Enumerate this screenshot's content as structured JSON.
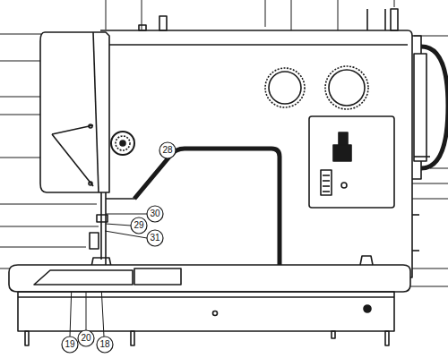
{
  "diagram": {
    "labels": [
      "28",
      "30",
      "29",
      "31",
      "19",
      "20",
      "18"
    ]
  }
}
